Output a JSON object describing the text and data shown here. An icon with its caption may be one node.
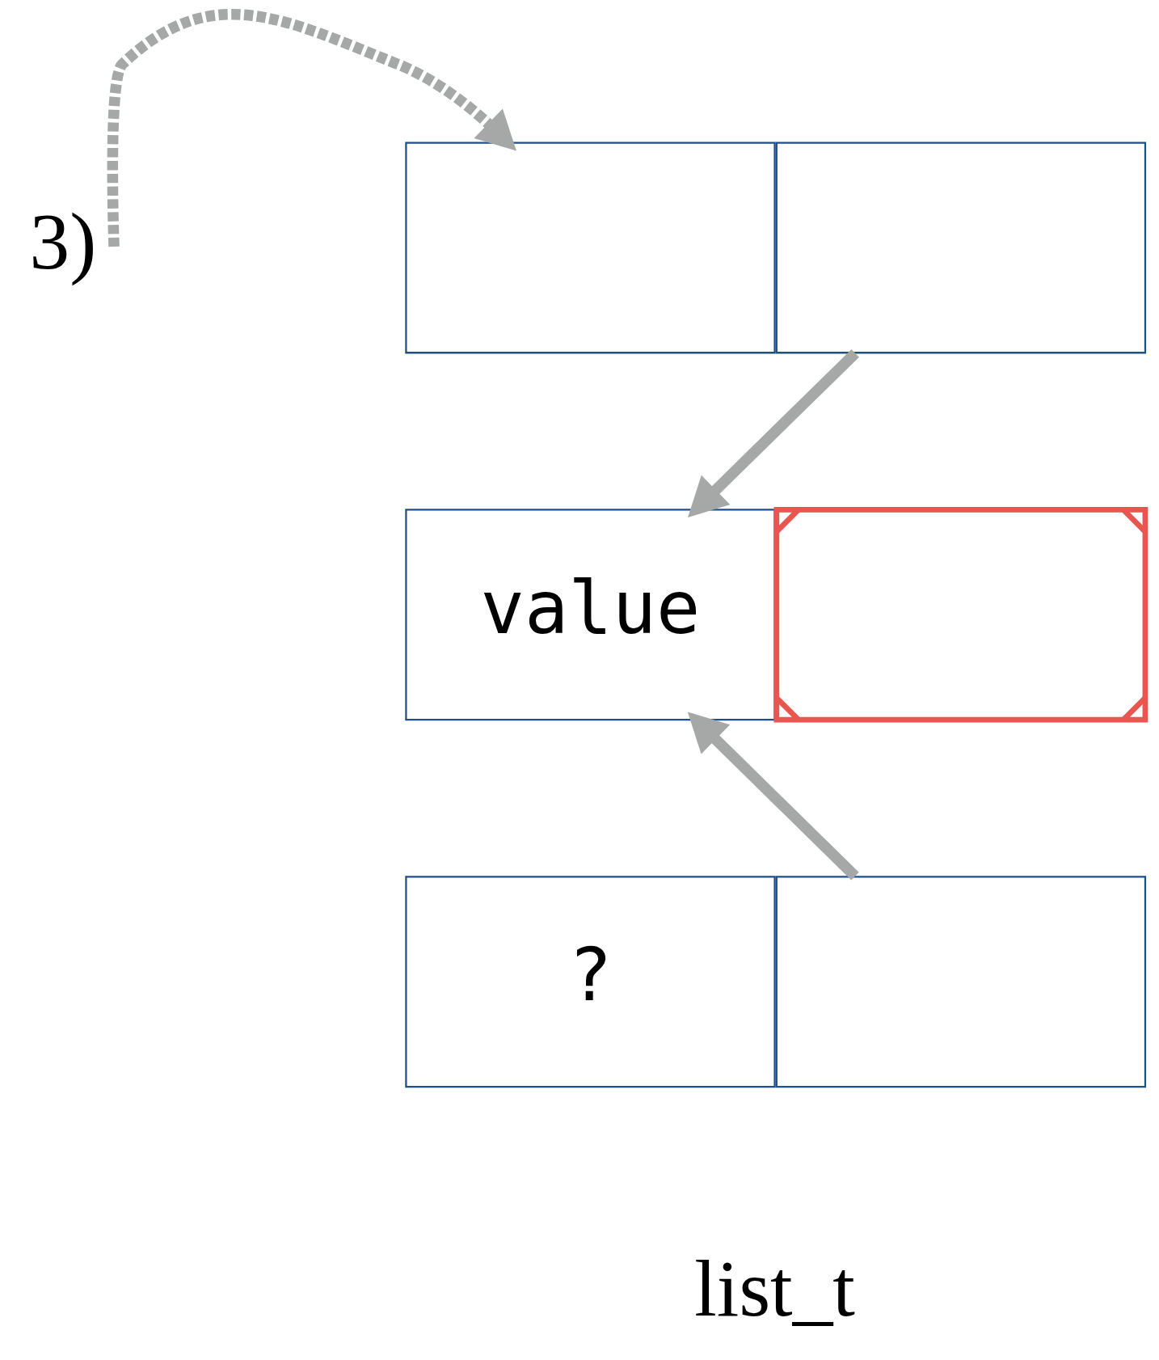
{
  "diagram": {
    "nodes": [
      {
        "text": [],
        "shape": "box"
      },
      {
        "text": [],
        "shape": "box"
      },
      {
        "text": [
          "value"
        ]
      },
      {
        "text": [],
        "shape": "box"
      },
      {
        "text": [
          "?"
        ]
      },
      {
        "text": [],
        "shape": "box"
      }
    ],
    "edges": [
      {
        "from": null,
        "to": 0,
        "arrow": "to",
        "style": "dashed"
      },
      {
        "from": 1,
        "to": 2,
        "arrow": "to"
      },
      {
        "from": 5,
        "to": 2,
        "arrow": "to"
      }
    ],
    "labels": [
      "3)",
      "list_t"
    ]
  }
}
